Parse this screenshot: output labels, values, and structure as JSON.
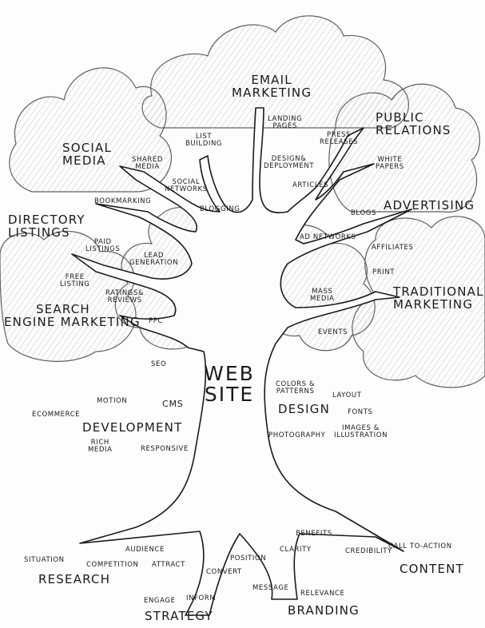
{
  "title": [
    "WEB",
    "SITE"
  ],
  "labels": {
    "email_marketing": [
      "EMAIL",
      "MARKETING"
    ],
    "landing_pages": [
      "LANDING",
      "PAGES"
    ],
    "design_deployment": [
      "DESIGN&",
      "DEPLOYMENT"
    ],
    "list_building": [
      "LIST",
      "BUILDING"
    ],
    "public_relations": [
      "PUBLIC",
      "RELATIONS"
    ],
    "press_releases": [
      "PRESS",
      "RELEASES"
    ],
    "white_papers": [
      "WHITE",
      "PAPERS"
    ],
    "articles": "ARTICLES",
    "social_media": [
      "SOCIAL",
      "MEDIA"
    ],
    "shared_media": [
      "SHARED",
      "MEDIA"
    ],
    "social_networks": [
      "SOCIAL",
      "NETWORKS"
    ],
    "bookmarking": "BOOKMARKING",
    "blogging": "BLOGGING",
    "advertising": "ADVERTISING",
    "blogs": "BLOGS",
    "ad_networks": "AD NETWORKS",
    "affiliates": "AFFILIATES",
    "directory_listings": [
      "DIRECTORY",
      "LISTINGS"
    ],
    "paid_listings": [
      "PAID",
      "LISTINGS"
    ],
    "lead_generation": [
      "LEAD",
      "GENERATION"
    ],
    "free_listing": [
      "FREE",
      "LISTING"
    ],
    "ratings_reviews": [
      "RATINGS&",
      "REVIEWS"
    ],
    "print": "PRINT",
    "mass_media": [
      "MASS",
      "MEDIA"
    ],
    "traditional_marketing": [
      "TRADITIONAL",
      "MARKETING"
    ],
    "search_engine_marketing": [
      "SEARCH",
      "ENGINE MARKETING"
    ],
    "ppc": "PPC",
    "seo": "SEO",
    "events": "EVENTS",
    "motion": "MOTION",
    "cms": "CMS",
    "ecommerce": "ECOMMERCE",
    "development": "DEVELOPMENT",
    "rich_media": [
      "RICH",
      "MEDIA"
    ],
    "responsive": "RESPONSIVE",
    "colors_patterns": [
      "COLORS &",
      "PATTERNS"
    ],
    "layout": "LAYOUT",
    "design": "DESIGN",
    "fonts": "FONTS",
    "photography": "PHOTOGRAPHY",
    "images_illustration": [
      "IMAGES &",
      "ILLUSTRATION"
    ],
    "situation": "SITUATION",
    "competition": "COMPETITION",
    "audience": "AUDIENCE",
    "attract": "ATTRACT",
    "research": "RESEARCH",
    "convert": "CONVERT",
    "position": "POSITION",
    "engage": "ENGAGE",
    "inform": "INFORM",
    "strategy": "STRATEGY",
    "message": "MESSAGE",
    "clarity": "CLARITY",
    "benefits": "BENEFITS",
    "relevance": "RELEVANCE",
    "branding": "BRANDING",
    "credibility": "CREDIBILITY",
    "call_to_action": "CALL TO-ACTION",
    "content": "CONTENT"
  }
}
